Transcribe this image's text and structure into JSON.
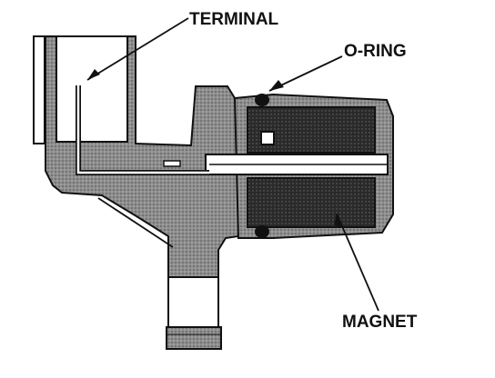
{
  "figure": {
    "labels": {
      "terminal": "TERMINAL",
      "o_ring": "O-RING",
      "magnet": "MAGNET"
    },
    "colors": {
      "ink": "#111111",
      "housing_fill": "#8e8e8e",
      "dark_fill": "#2a2a2a",
      "paper": "#ffffff"
    }
  }
}
